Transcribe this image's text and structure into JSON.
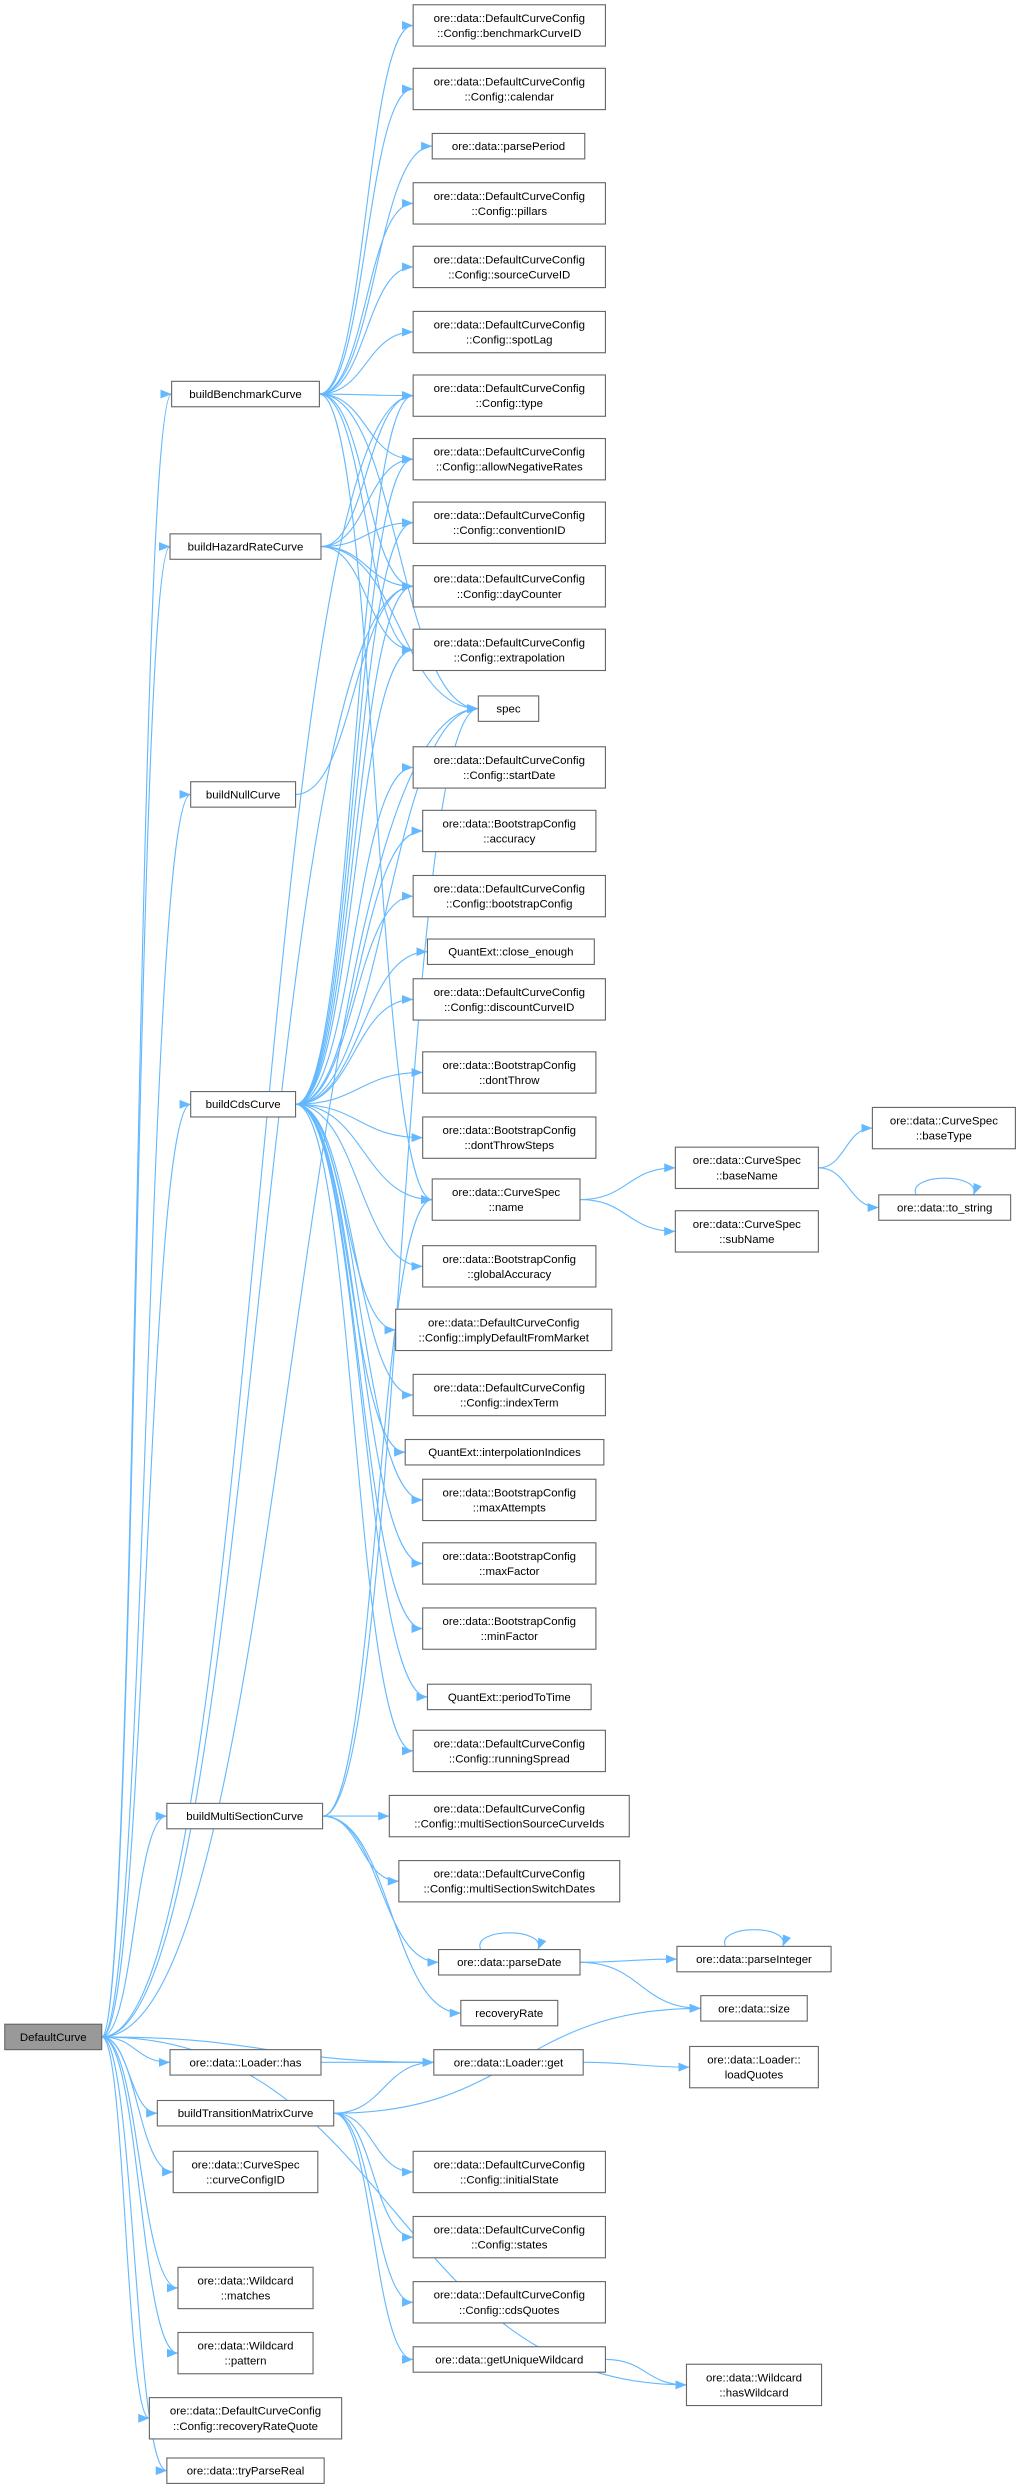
{
  "colors": {
    "edge": "#63b8ff",
    "node_border": "#666666",
    "root_fill": "#999999",
    "node_fill": "#ffffff"
  },
  "nodes": [
    {
      "id": "dc",
      "lines": [
        "DefaultCurve"
      ],
      "root": true
    },
    {
      "id": "bbc",
      "lines": [
        "buildBenchmarkCurve"
      ]
    },
    {
      "id": "bhr",
      "lines": [
        "buildHazardRateCurve"
      ]
    },
    {
      "id": "bnc",
      "lines": [
        "buildNullCurve"
      ]
    },
    {
      "id": "bcds",
      "lines": [
        "buildCdsCurve"
      ]
    },
    {
      "id": "bms",
      "lines": [
        "buildMultiSectionCurve"
      ]
    },
    {
      "id": "lhas",
      "lines": [
        "ore::data::Loader::has"
      ]
    },
    {
      "id": "btm",
      "lines": [
        "buildTransitionMatrixCurve"
      ]
    },
    {
      "id": "ccid",
      "lines": [
        "ore::data::CurveSpec",
        "::curveConfigID"
      ]
    },
    {
      "id": "wm",
      "lines": [
        "ore::data::Wildcard",
        "::matches"
      ]
    },
    {
      "id": "wp",
      "lines": [
        "ore::data::Wildcard",
        "::pattern"
      ]
    },
    {
      "id": "rrq",
      "lines": [
        "ore::data::DefaultCurveConfig",
        "::Config::recoveryRateQuote"
      ]
    },
    {
      "id": "tpr",
      "lines": [
        "ore::data::tryParseReal"
      ]
    },
    {
      "id": "bcid",
      "lines": [
        "ore::data::DefaultCurveConfig",
        "::Config::benchmarkCurveID"
      ]
    },
    {
      "id": "cal",
      "lines": [
        "ore::data::DefaultCurveConfig",
        "::Config::calendar"
      ]
    },
    {
      "id": "pp",
      "lines": [
        "ore::data::parsePeriod"
      ]
    },
    {
      "id": "pil",
      "lines": [
        "ore::data::DefaultCurveConfig",
        "::Config::pillars"
      ]
    },
    {
      "id": "scid",
      "lines": [
        "ore::data::DefaultCurveConfig",
        "::Config::sourceCurveID"
      ]
    },
    {
      "id": "spot",
      "lines": [
        "ore::data::DefaultCurveConfig",
        "::Config::spotLag"
      ]
    },
    {
      "id": "type",
      "lines": [
        "ore::data::DefaultCurveConfig",
        "::Config::type"
      ]
    },
    {
      "id": "anr",
      "lines": [
        "ore::data::DefaultCurveConfig",
        "::Config::allowNegativeRates"
      ]
    },
    {
      "id": "conv",
      "lines": [
        "ore::data::DefaultCurveConfig",
        "::Config::conventionID"
      ]
    },
    {
      "id": "dcnt",
      "lines": [
        "ore::data::DefaultCurveConfig",
        "::Config::dayCounter"
      ]
    },
    {
      "id": "ext",
      "lines": [
        "ore::data::DefaultCurveConfig",
        "::Config::extrapolation"
      ]
    },
    {
      "id": "spec",
      "lines": [
        "spec"
      ]
    },
    {
      "id": "sd",
      "lines": [
        "ore::data::DefaultCurveConfig",
        "::Config::startDate"
      ]
    },
    {
      "id": "acc",
      "lines": [
        "ore::data::BootstrapConfig",
        "::accuracy"
      ]
    },
    {
      "id": "bcfg",
      "lines": [
        "ore::data::DefaultCurveConfig",
        "::Config::bootstrapConfig"
      ]
    },
    {
      "id": "ce",
      "lines": [
        "QuantExt::close_enough"
      ]
    },
    {
      "id": "dcid",
      "lines": [
        "ore::data::DefaultCurveConfig",
        "::Config::discountCurveID"
      ]
    },
    {
      "id": "dt",
      "lines": [
        "ore::data::BootstrapConfig",
        "::dontThrow"
      ]
    },
    {
      "id": "dts",
      "lines": [
        "ore::data::BootstrapConfig",
        "::dontThrowSteps"
      ]
    },
    {
      "id": "name",
      "lines": [
        "ore::data::CurveSpec",
        "::name"
      ]
    },
    {
      "id": "ga",
      "lines": [
        "ore::data::BootstrapConfig",
        "::globalAccuracy"
      ]
    },
    {
      "id": "idfm",
      "lines": [
        "ore::data::DefaultCurveConfig",
        "::Config::implyDefaultFromMarket"
      ]
    },
    {
      "id": "it",
      "lines": [
        "ore::data::DefaultCurveConfig",
        "::Config::indexTerm"
      ]
    },
    {
      "id": "ii",
      "lines": [
        "QuantExt::interpolationIndices"
      ]
    },
    {
      "id": "ma",
      "lines": [
        "ore::data::BootstrapConfig",
        "::maxAttempts"
      ]
    },
    {
      "id": "mf",
      "lines": [
        "ore::data::BootstrapConfig",
        "::maxFactor"
      ]
    },
    {
      "id": "minf",
      "lines": [
        "ore::data::BootstrapConfig",
        "::minFactor"
      ]
    },
    {
      "id": "ptt",
      "lines": [
        "QuantExt::periodToTime"
      ]
    },
    {
      "id": "rs",
      "lines": [
        "ore::data::DefaultCurveConfig",
        "::Config::runningSpread"
      ]
    },
    {
      "id": "mssc",
      "lines": [
        "ore::data::DefaultCurveConfig",
        "::Config::multiSectionSourceCurveIds"
      ]
    },
    {
      "id": "mssd",
      "lines": [
        "ore::data::DefaultCurveConfig",
        "::Config::multiSectionSwitchDates"
      ]
    },
    {
      "id": "pd",
      "lines": [
        "ore::data::parseDate"
      ]
    },
    {
      "id": "rr",
      "lines": [
        "recoveryRate"
      ]
    },
    {
      "id": "lget",
      "lines": [
        "ore::data::Loader::get"
      ]
    },
    {
      "id": "is",
      "lines": [
        "ore::data::DefaultCurveConfig",
        "::Config::initialState"
      ]
    },
    {
      "id": "st",
      "lines": [
        "ore::data::DefaultCurveConfig",
        "::Config::states"
      ]
    },
    {
      "id": "cq",
      "lines": [
        "ore::data::DefaultCurveConfig",
        "::Config::cdsQuotes"
      ]
    },
    {
      "id": "guw",
      "lines": [
        "ore::data::getUniqueWildcard"
      ]
    },
    {
      "id": "bn",
      "lines": [
        "ore::data::CurveSpec",
        "::baseName"
      ]
    },
    {
      "id": "sn",
      "lines": [
        "ore::data::CurveSpec",
        "::subName"
      ]
    },
    {
      "id": "pi",
      "lines": [
        "ore::data::parseInteger"
      ]
    },
    {
      "id": "sz",
      "lines": [
        "ore::data::size"
      ]
    },
    {
      "id": "lq",
      "lines": [
        "ore::data::Loader::",
        "loadQuotes"
      ]
    },
    {
      "id": "hw",
      "lines": [
        "ore::data::Wildcard",
        "::hasWildcard"
      ]
    },
    {
      "id": "bt",
      "lines": [
        "ore::data::CurveSpec",
        "::baseType"
      ]
    },
    {
      "id": "ts",
      "lines": [
        "ore::data::to_string"
      ]
    }
  ],
  "edges": [
    [
      "dc",
      "bbc"
    ],
    [
      "dc",
      "bhr"
    ],
    [
      "dc",
      "bnc"
    ],
    [
      "dc",
      "bcds"
    ],
    [
      "dc",
      "bms"
    ],
    [
      "dc",
      "lhas"
    ],
    [
      "dc",
      "lget"
    ],
    [
      "dc",
      "btm"
    ],
    [
      "dc",
      "ccid"
    ],
    [
      "dc",
      "wm"
    ],
    [
      "dc",
      "wp"
    ],
    [
      "dc",
      "rrq"
    ],
    [
      "dc",
      "tpr"
    ],
    [
      "dc",
      "type"
    ],
    [
      "dc",
      "dcnt"
    ],
    [
      "dc",
      "spec"
    ],
    [
      "dc",
      "hw"
    ],
    [
      "bbc",
      "bcid"
    ],
    [
      "bbc",
      "cal"
    ],
    [
      "bbc",
      "pp"
    ],
    [
      "bbc",
      "pil"
    ],
    [
      "bbc",
      "scid"
    ],
    [
      "bbc",
      "spot"
    ],
    [
      "bbc",
      "type"
    ],
    [
      "bbc",
      "anr"
    ],
    [
      "bbc",
      "dcnt"
    ],
    [
      "bbc",
      "ext"
    ],
    [
      "bbc",
      "spec"
    ],
    [
      "bbc",
      "name"
    ],
    [
      "bhr",
      "type"
    ],
    [
      "bhr",
      "anr"
    ],
    [
      "bhr",
      "conv"
    ],
    [
      "bhr",
      "dcnt"
    ],
    [
      "bhr",
      "ext"
    ],
    [
      "bhr",
      "spec"
    ],
    [
      "bnc",
      "dcnt"
    ],
    [
      "bcds",
      "type"
    ],
    [
      "bcds",
      "anr"
    ],
    [
      "bcds",
      "conv"
    ],
    [
      "bcds",
      "dcnt"
    ],
    [
      "bcds",
      "ext"
    ],
    [
      "bcds",
      "spec"
    ],
    [
      "bcds",
      "sd"
    ],
    [
      "bcds",
      "acc"
    ],
    [
      "bcds",
      "bcfg"
    ],
    [
      "bcds",
      "ce"
    ],
    [
      "bcds",
      "dcid"
    ],
    [
      "bcds",
      "dt"
    ],
    [
      "bcds",
      "dts"
    ],
    [
      "bcds",
      "name"
    ],
    [
      "bcds",
      "ga"
    ],
    [
      "bcds",
      "idfm"
    ],
    [
      "bcds",
      "it"
    ],
    [
      "bcds",
      "ii"
    ],
    [
      "bcds",
      "ma"
    ],
    [
      "bcds",
      "mf"
    ],
    [
      "bcds",
      "minf"
    ],
    [
      "bcds",
      "ptt"
    ],
    [
      "bcds",
      "rs"
    ],
    [
      "bms",
      "spec"
    ],
    [
      "bms",
      "name"
    ],
    [
      "bms",
      "mssc"
    ],
    [
      "bms",
      "mssd"
    ],
    [
      "bms",
      "pd"
    ],
    [
      "bms",
      "rr"
    ],
    [
      "pd",
      "pd"
    ],
    [
      "pd",
      "pi"
    ],
    [
      "pd",
      "sz"
    ],
    [
      "pi",
      "pi"
    ],
    [
      "lhas",
      "lget"
    ],
    [
      "lget",
      "lq"
    ],
    [
      "btm",
      "lget"
    ],
    [
      "btm",
      "sz"
    ],
    [
      "btm",
      "is"
    ],
    [
      "btm",
      "st"
    ],
    [
      "btm",
      "cq"
    ],
    [
      "btm",
      "guw"
    ],
    [
      "guw",
      "hw"
    ],
    [
      "name",
      "bn"
    ],
    [
      "name",
      "sn"
    ],
    [
      "bn",
      "bt"
    ],
    [
      "bn",
      "ts"
    ],
    [
      "ts",
      "ts"
    ]
  ]
}
